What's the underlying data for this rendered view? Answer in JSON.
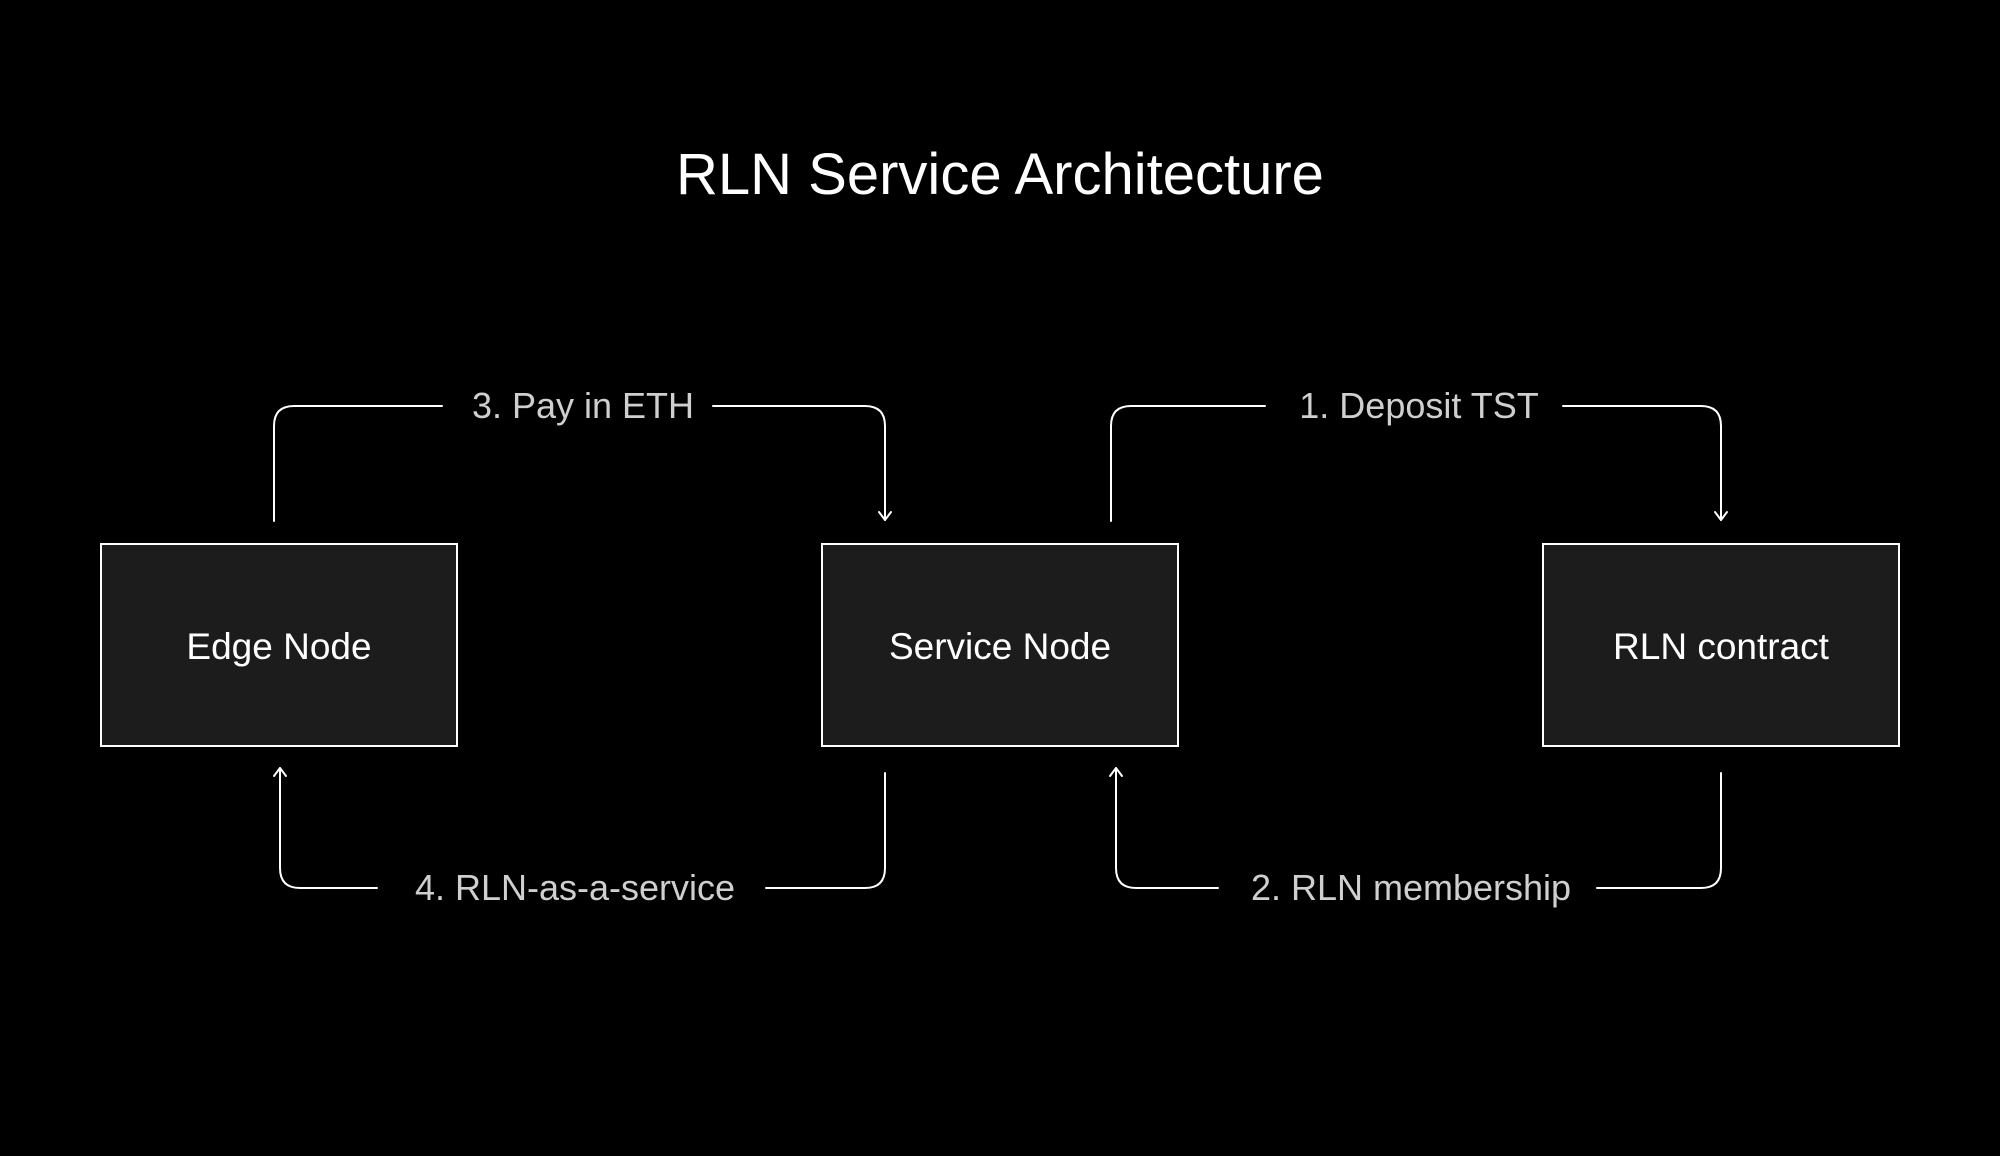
{
  "title": "RLN Service Architecture",
  "nodes": [
    {
      "id": "edge",
      "label": "Edge Node"
    },
    {
      "id": "service",
      "label": "Service Node"
    },
    {
      "id": "contract",
      "label": "RLN contract"
    }
  ],
  "edges": [
    {
      "from": "edge",
      "to": "service",
      "label": "3. Pay in ETH"
    },
    {
      "from": "service",
      "to": "contract",
      "label": "1. Deposit TST"
    },
    {
      "from": "service",
      "to": "edge",
      "label": "4. RLN-as-a-service"
    },
    {
      "from": "contract",
      "to": "service",
      "label": "2. RLN membership"
    }
  ],
  "colors": {
    "background": "#000000",
    "node_fill": "#1c1c1c",
    "stroke": "#ffffff",
    "label_text": "#cfcfcf"
  }
}
